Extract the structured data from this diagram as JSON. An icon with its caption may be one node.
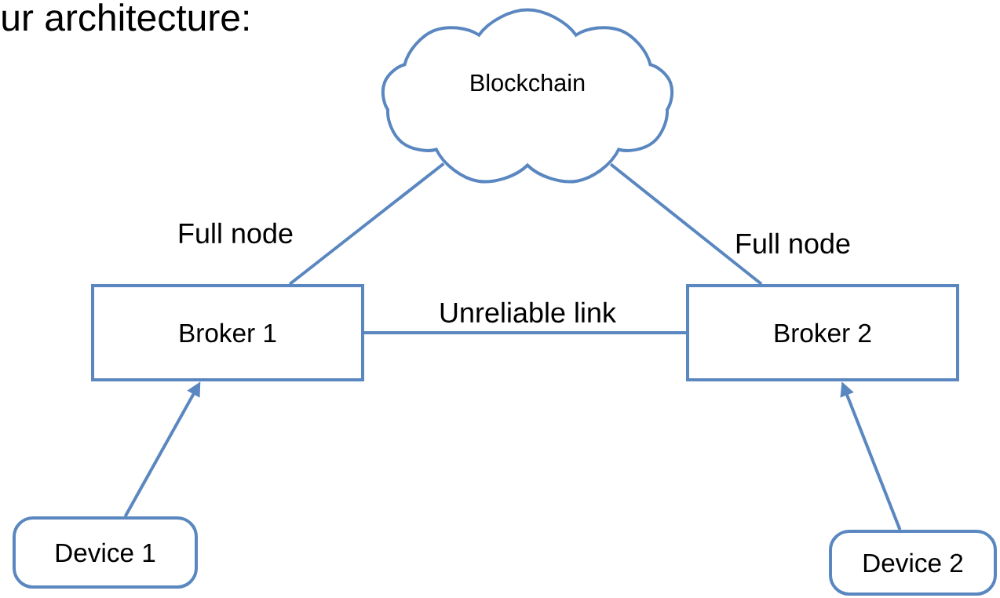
{
  "diagram": {
    "title": "ur architecture:",
    "nodes": [
      {
        "text": [
          "Blockchain"
        ]
      },
      {
        "text": [
          "Broker 1"
        ]
      },
      {
        "text": [
          "Broker 2"
        ]
      },
      {
        "text": [
          "Device 1"
        ]
      },
      {
        "text": [
          "Device 2"
        ]
      }
    ],
    "edges": [
      {
        "from": 0,
        "to": 1,
        "arrow": "none",
        "label": "Full node"
      },
      {
        "from": 0,
        "to": 2,
        "arrow": "none",
        "label": "Full node"
      },
      {
        "from": 1,
        "to": 2,
        "arrow": "none",
        "label": "Unreliable link"
      },
      {
        "from": 3,
        "to": 1,
        "arrow": "to"
      },
      {
        "from": 4,
        "to": 2,
        "arrow": "to"
      }
    ]
  }
}
